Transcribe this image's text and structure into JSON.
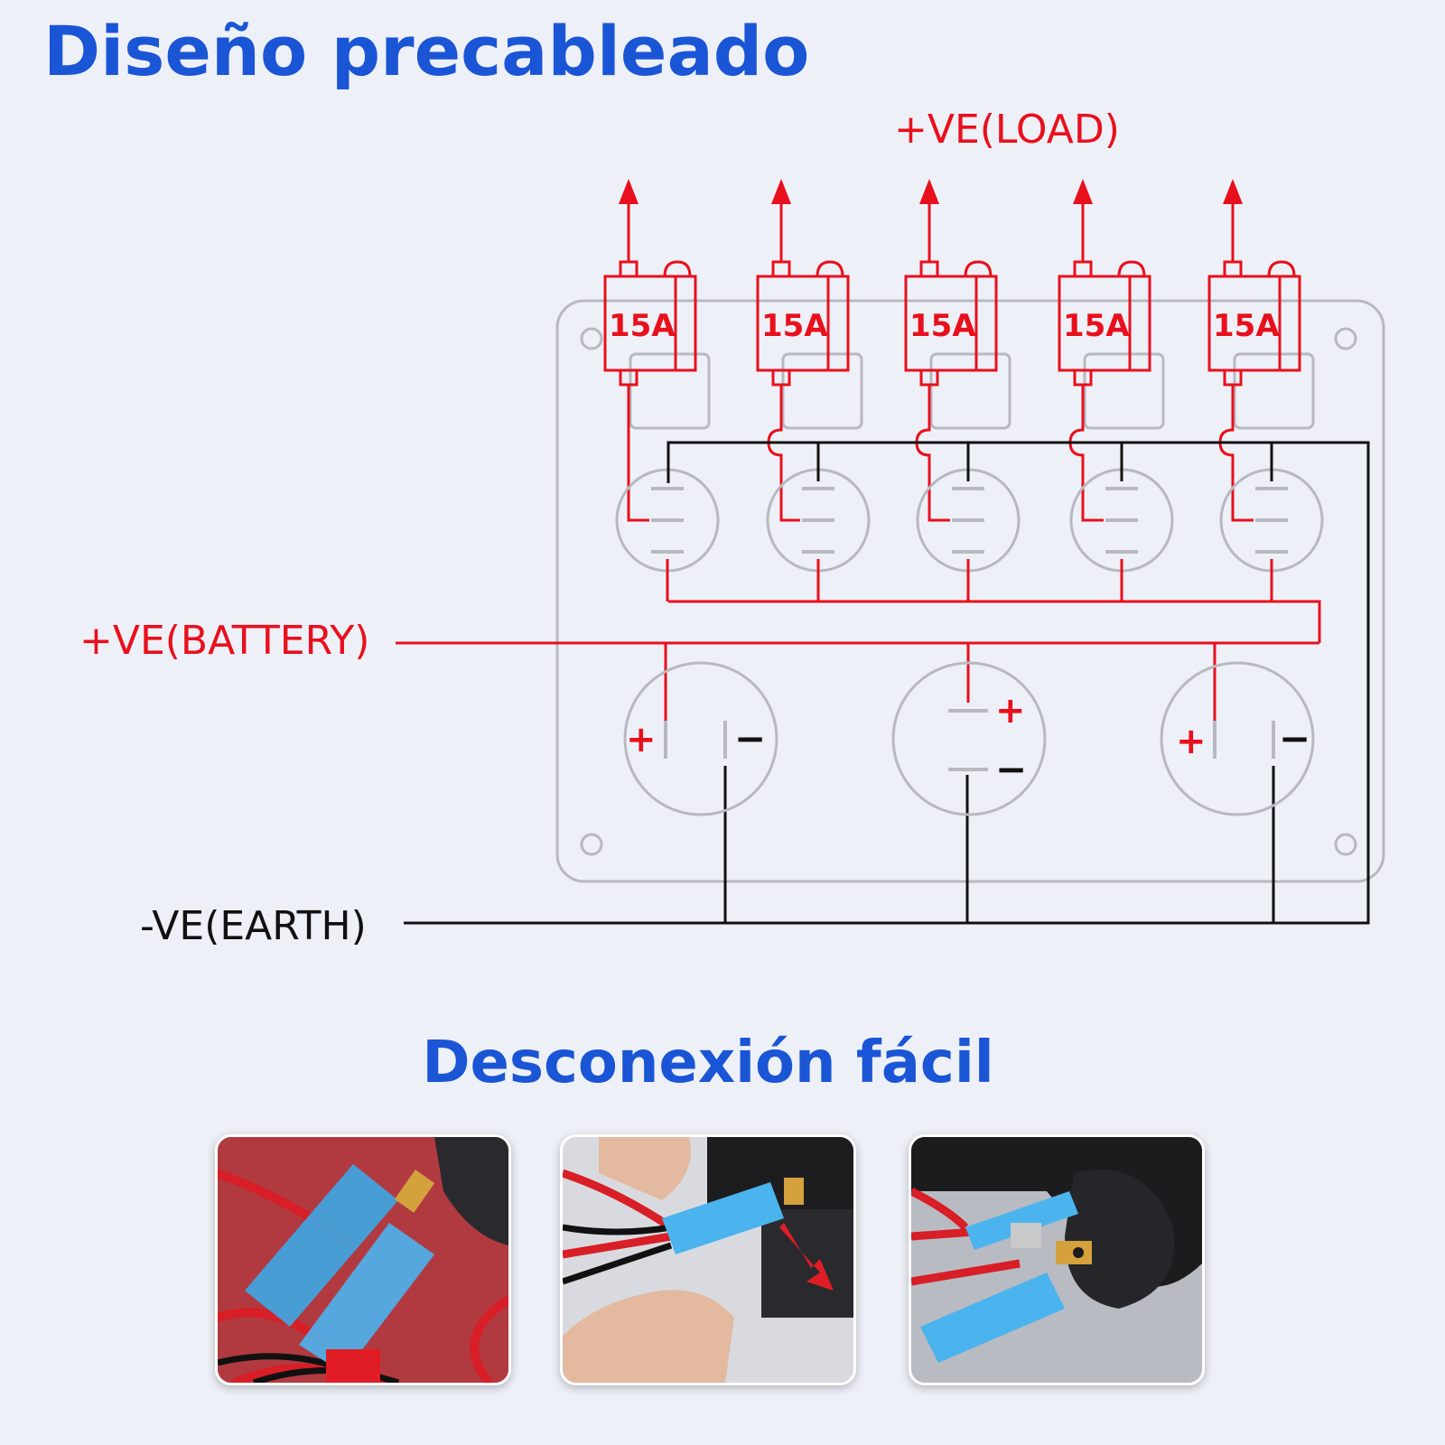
{
  "header": {
    "title": "Diseño precableado"
  },
  "diagram": {
    "load_label": "+VE(LOAD)",
    "battery_label": "+VE(BATTERY)",
    "earth_label": "-VE(EARTH)",
    "fuses": [
      {
        "rating": "15A"
      },
      {
        "rating": "15A"
      },
      {
        "rating": "15A"
      },
      {
        "rating": "15A"
      },
      {
        "rating": "15A"
      }
    ],
    "socket_polarity": {
      "plus": "+",
      "minus": "−"
    },
    "colors": {
      "positive": "#e8101c",
      "negative": "#111111",
      "panel": "#b8b8c0",
      "accent": "#1a55d6"
    }
  },
  "section2": {
    "title": "Desconexión fácil"
  },
  "photos": [
    {
      "icon": "blue-connector-photo"
    },
    {
      "icon": "connector-disconnect-photo"
    },
    {
      "icon": "terminal-connection-photo"
    }
  ]
}
